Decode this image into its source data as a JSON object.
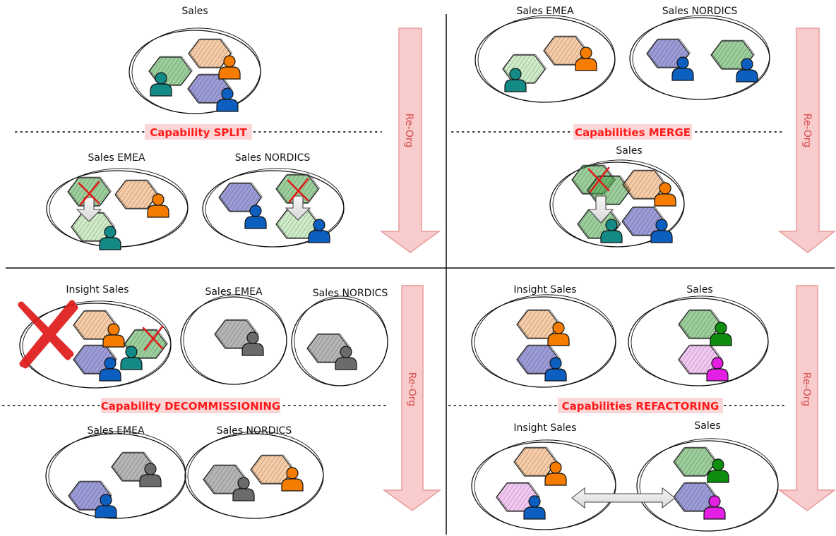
{
  "colors": {
    "orange": "#f57c00",
    "teal": "#138a86",
    "blue": "#0d5fbf",
    "green": "#0d8f0d",
    "magenta": "#e21fe2",
    "gray": "#6b6b6b",
    "orange_hex": "#f2a25e",
    "green_hex": "#4aa84a",
    "lightgreen_hex": "#a8dc9a",
    "blue_hex": "#4a4ab8",
    "gray_hex": "#7a7a7a",
    "pink_hex": "#e99be9",
    "reorg_fill": "#f8cccc",
    "reorg_stroke": "#e79b9b",
    "title_bg": "#fbd6d6",
    "title_text": "#ff1a1a"
  },
  "quadrants": [
    {
      "id": "split",
      "title": "Capability SPLIT",
      "reorg_label": "Re-Org",
      "before": [
        {
          "label": "Sales"
        }
      ],
      "after": [
        {
          "label": "Sales EMEA"
        },
        {
          "label": "Sales NORDICS"
        }
      ]
    },
    {
      "id": "merge",
      "title": "Capabilities MERGE",
      "reorg_label": "Re-Org",
      "before": [
        {
          "label": "Sales EMEA"
        },
        {
          "label": "Sales NORDICS"
        }
      ],
      "after": [
        {
          "label": "Sales"
        }
      ]
    },
    {
      "id": "decommissioning",
      "title": "Capability DECOMMISSIONING",
      "reorg_label": "Re-Org",
      "before": [
        {
          "label": "Insight Sales"
        },
        {
          "label": "Sales EMEA"
        },
        {
          "label": "Sales NORDICS"
        }
      ],
      "after": [
        {
          "label": "Sales EMEA"
        },
        {
          "label": "Sales NORDICS"
        }
      ]
    },
    {
      "id": "refactoring",
      "title": "Capabilities REFACTORING",
      "reorg_label": "Re-Org",
      "before": [
        {
          "label": "Insight Sales"
        },
        {
          "label": "Sales"
        }
      ],
      "after": [
        {
          "label": "Insight Sales"
        },
        {
          "label": "Sales"
        }
      ]
    }
  ]
}
